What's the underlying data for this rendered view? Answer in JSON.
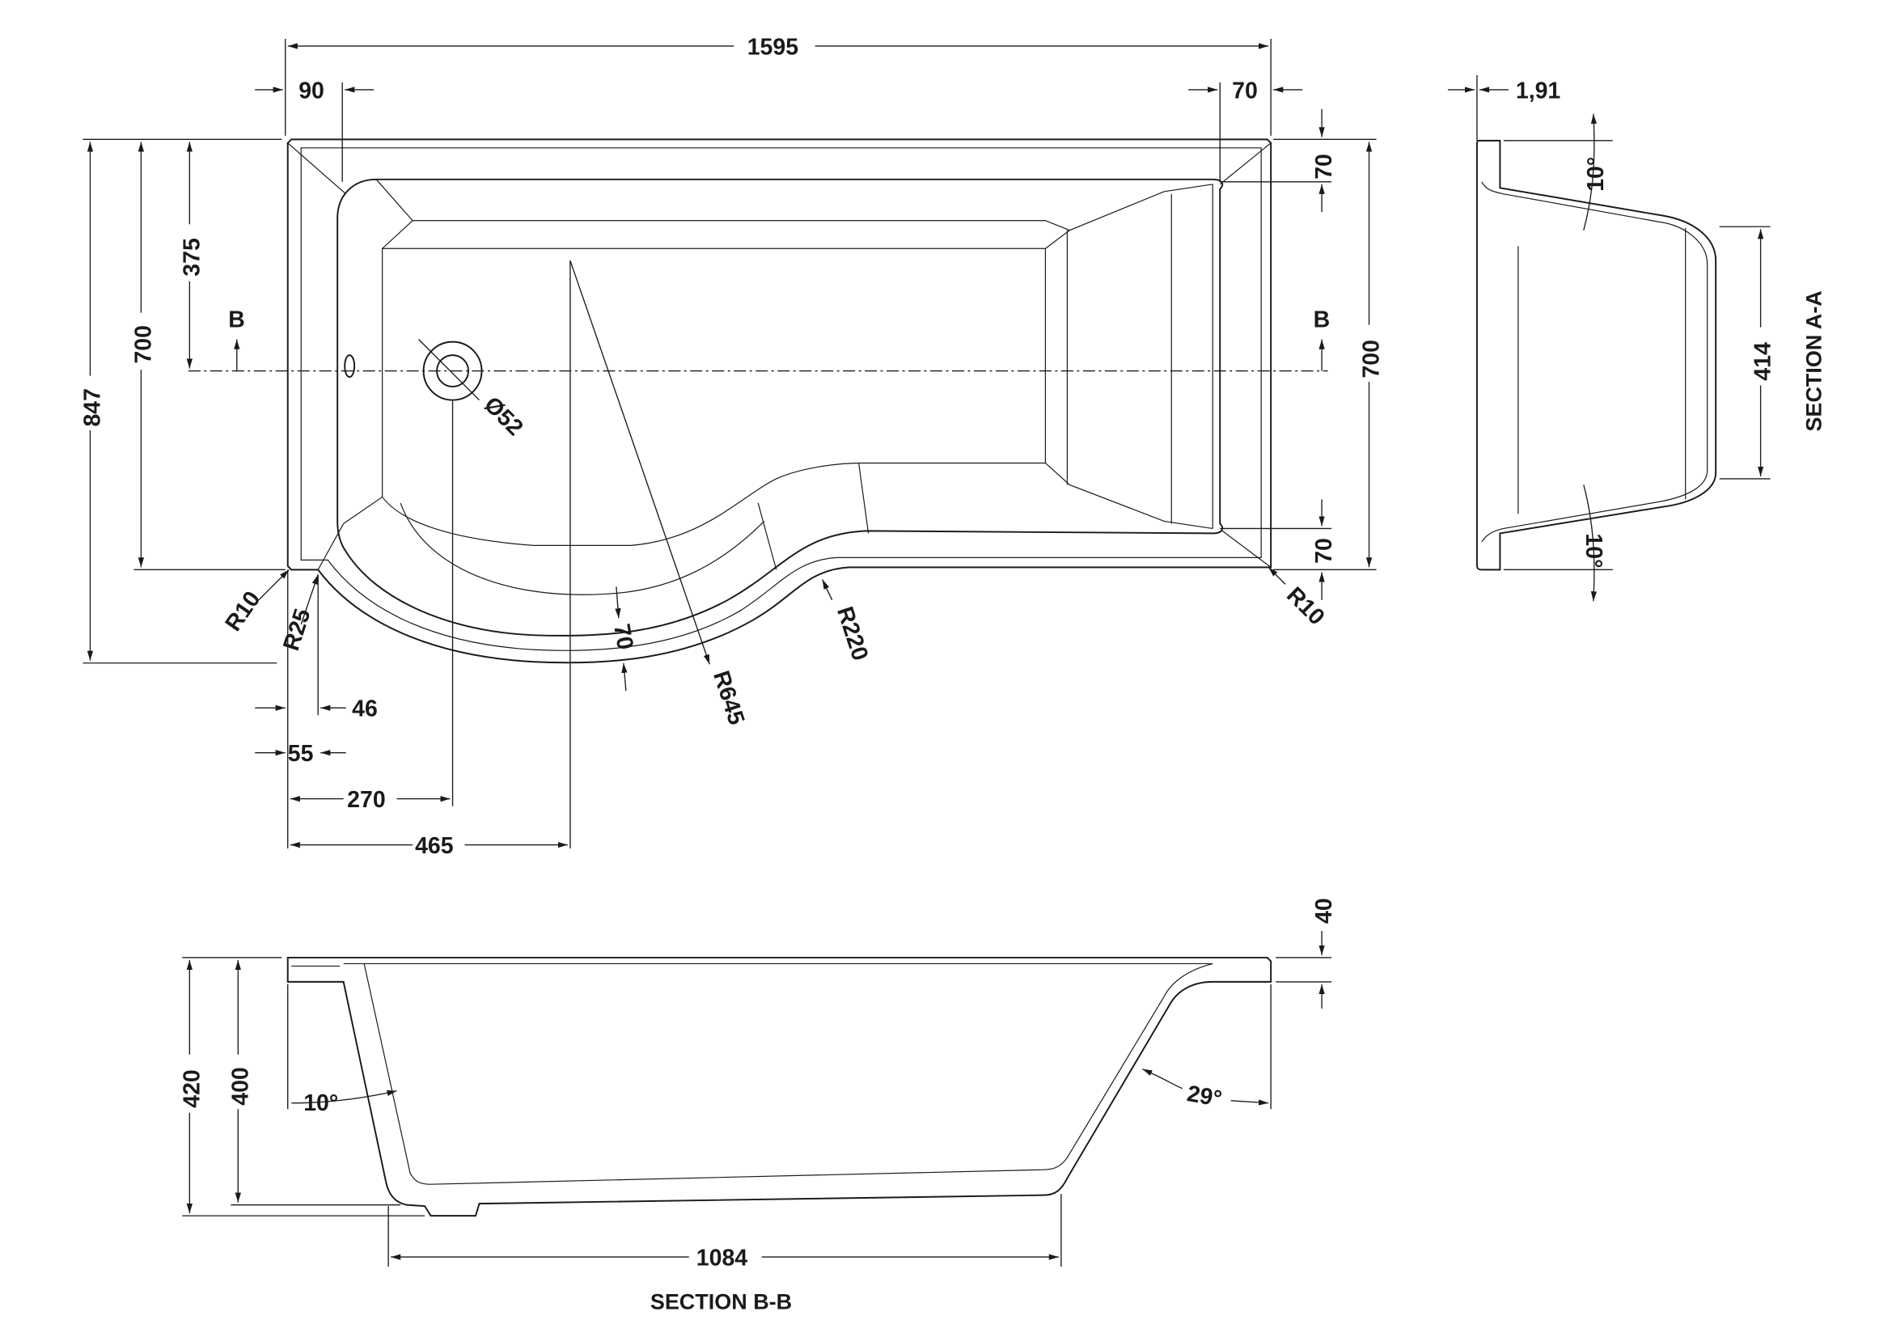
{
  "plan_view": {
    "overall_length": "1595",
    "left_rim": "90",
    "right_rim": "70",
    "waste_offset": "375",
    "inner_width_left": "700",
    "overall_width": "847",
    "section_mark_left": "B",
    "section_mark_right": "B",
    "inner_width_right": "700",
    "rim_top_right": "70",
    "rim_bottom_right": "70",
    "waste_diameter": "Ø52",
    "radius_left_corner": "R10",
    "radius_curve_start": "R25",
    "curve_rim": "70",
    "radius_main_curve": "R645",
    "radius_transition": "R220",
    "radius_right_corner": "R10",
    "offset_46": "46",
    "offset_55": "55",
    "waste_position": "270",
    "curve_center": "465"
  },
  "section_a": {
    "wall_thickness": "1,91",
    "angle_top": "10°",
    "angle_bottom": "10°",
    "floor_width": "414",
    "title": "SECTION A-A"
  },
  "section_b": {
    "rim_height": "40",
    "overall_depth": "420",
    "inner_depth": "400",
    "angle_left": "10°",
    "angle_right": "29°",
    "floor_length": "1084",
    "title": "SECTION B-B"
  }
}
